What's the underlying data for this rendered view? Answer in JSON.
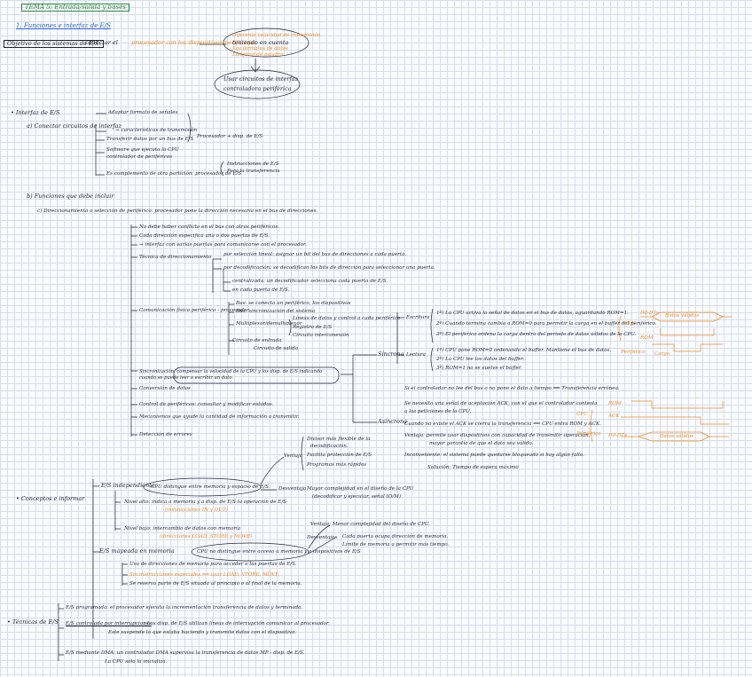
{
  "title": "TEMA 5: Entrada/salida y buses",
  "section1": {
    "heading": "1. Funciones e interfaz de E/S",
    "objective": "Objetivo de los sistemas de E/S:",
    "objective_text": "conectar el",
    "objective_hl": "procesador con los dispositivos periféricos",
    "objective_tail": "teniendo en cuenta",
    "problems": [
      "Diferente velocidad de transmisión",
      "Los formatos de datos",
      "Longitud de palabra"
    ],
    "solution": [
      "Usar circuitos de interfaz",
      "controladora periférica"
    ]
  },
  "interfaz": {
    "label": "• Interfaz de E/S",
    "circuito": "a) Conectar circuitos de interfaz",
    "items": [
      "Adaptar formato de señales",
      "→ características de transmisión",
      "Transferir datos por un bus de E/S",
      "Software que ejecuta la CPU",
      "controlador de periféricos",
      "Es complemento de otra partición: procesador de E/S"
    ],
    "bracket1": "Procesador + disp. de E/S",
    "bracket2": [
      "Instrucciones de E/S",
      "Para la transferencia"
    ]
  },
  "funciones": {
    "label": "b) Funciones que debe incluir",
    "direccionamiento": "c) Direccionamiento o selección de periférico: procesador pone la dirección necesaria en el bus de direcciones.",
    "items": [
      "No debe haber conflicto en el bus con otros periféricos.",
      "Cada dirección especifica una o dos puertas de E/S.",
      "→ interfaz con varias puertas para comunicarse con el procesador.",
      "Técnica de direccionamiento",
      "por selección lineal: asignar un bit del bus de direcciones a cada puerta.",
      "por decodificación: se decodifican los bits de dirección para seleccionar una puerta.",
      "centralizada: un decodificador selecciona cada puerta de E/S.",
      "en cada puerta de E/S.",
      "Comunicación física periférico - procesador",
      "Bus: se conecta un periférico, los dispositivos",
      "Bus: sincronización del sistema",
      "Multiplexor/demultiplexor",
      "Líneas de datos y control a cada periférico",
      "Registro de E/S",
      "Circuito interconexión",
      "Circuito de entrada",
      "Circuito de salida",
      "Sincronización: compensar la velocidad de la CPU y los disp. de E/S indicando cuando se puede leer o escribir un dato.",
      "Conversión de datos",
      "Control de periféricos: consultar y modificar estados.",
      "Mecanismos que ayude la cantidad de información a transmitir.",
      "Detección de errores"
    ]
  },
  "sincronia": {
    "sincrona": "Síncrona",
    "escritura": "Escritura",
    "lectura": "Lectura",
    "esc_steps": [
      "1º) La CPU activa la señal de datos en el bus de datos, aguardando ROM=1.",
      "2º) Cuando termina cambia a ROM=0 para permitir la carga en el buffer del periférico.",
      "3º) El periférico ordena la carga dentro del periodo de datos válidos de la CPU."
    ],
    "lec_steps": [
      "1º) CPU pone ROM=0 ordenando el buffer. Mantiene el bus de datos.",
      "2º) La CPU lee los datos del buffer.",
      "3º) ROM=1 no se vuelve el buffer."
    ],
    "nota_sinc": "Si el controlador no lee del bus o no pone el dato a tiempo ⟹ Transferencia errónea.",
    "asincrona": "Asíncrona",
    "asin_text": [
      "Se necesita una señal de aceptación ACK, con el que el controlador contesta",
      "a las peticiones de la CPU.",
      "Cuando no existe el ACK se cierra la transferencia ⟹ CPU entra ROM y ACK.",
      "Ventaja: permite usar dispositivos con capacidad de transmitir operación,",
      "mayor garantía de que el dato sea válido.",
      "Inconveniente: el sistema puede quedarse bloqueado si hay algún fallo.",
      "Solución: Tiempo de espera máximo"
    ],
    "timing_labels": [
      "D0-D7s",
      "ROM",
      "Datos válidos",
      "CPU",
      "Periférico",
      "Carga",
      "ACK"
    ]
  },
  "conceptos": {
    "label": "• Conceptos e informar",
    "independiente": "E/S independiente",
    "indep_text": "CPU distingue entre memoria y espacio de E/S.",
    "ventaja": "Ventaja",
    "ventaja_items": [
      "Divisor más flexible de la",
      "decodificación.",
      "Facilita protección de E/S",
      "Programas más rápidos"
    ],
    "desventaja": "Desventaja",
    "desventaja_text": [
      "Mayor complejidad en el diseño de la CPU",
      "(decodificar y ejecutar, señal IO/M)"
    ],
    "nivel_alto": "Nivel alto: indica a memoria y a disp. de E/S la operación de E/S",
    "nivel_alto_sub": "(instrucciones IN y OUT)",
    "nivel_bajo": "Nivel bajo: intercambio de datos con memoria",
    "nivel_bajo_sub": "(direcciones LOAD, STORE y MOVE)",
    "mapeada": "E/S mapeada en memoria",
    "mapeada_text": "CPU no distingue entre acceso a memoria y a dispositivos de E/S",
    "map_ventaja": "Ventaja: Menor complejidad del diseño de CPU.",
    "map_desv": "Desventajas",
    "map_desv_items": [
      "Cada puerta ocupa dirección de memoria.",
      "Límite de memoria a permitir más tiempo."
    ],
    "map_items": [
      "Uso de direcciones de memoria para acceder a las puertas de E/S.",
      "Sin instrucciones especiales ⟹ usar LOAD, STORE, MOVE",
      "Se reserva parte de E/S situada al principio o al final de la memoria."
    ]
  },
  "tecnicas": {
    "label": "• Técnicas de E/S",
    "programada": "E/S programada: el procesador ejecuta la incrementación transferencia de datos y terminada.",
    "interrupciones": "E/S controlada por interrupciones",
    "int_text": [
      ": Los disp. de E/S utilizan líneas de interrupción comunicar al procesador.",
      "Este suspende lo que estaba haciendo y transmite datos con el dispositivo."
    ],
    "dma": "E/S mediante DMA: un controlador DMA supervisa la transferencia de datos MP - disp. de E/S.",
    "dma_sub": "La CPU sólo la inicializa."
  }
}
